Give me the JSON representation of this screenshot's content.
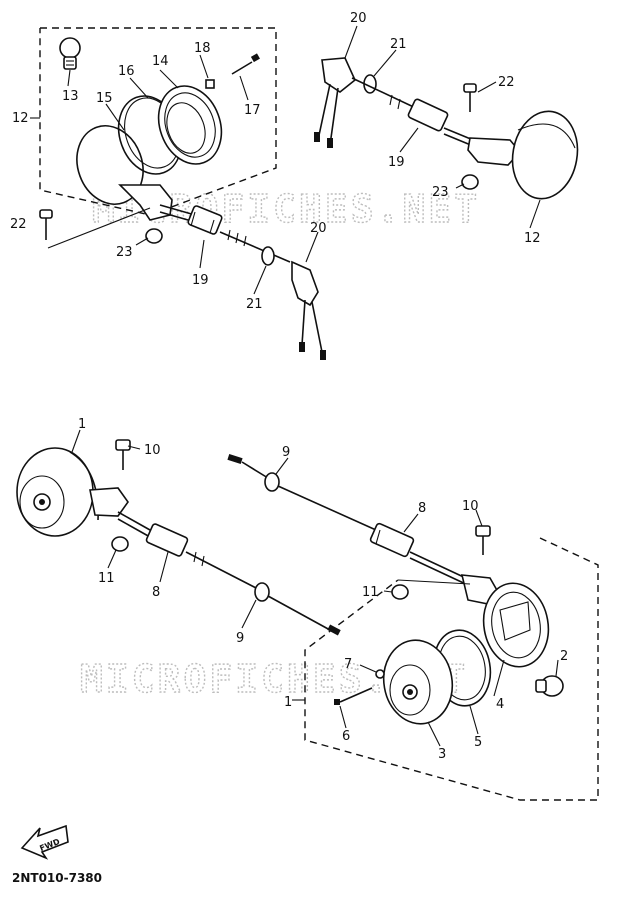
{
  "watermarks": [
    "MICROFICHES.NET",
    "MICROFICHES.NET"
  ],
  "diagram_code": "2NT010-7380",
  "fwd_label": "FWD",
  "callouts": {
    "c13": "13",
    "c16": "16",
    "c14": "14",
    "c18": "18",
    "c15": "15",
    "c17": "17",
    "c12_left": "12",
    "c22_left": "22",
    "c23_left": "23",
    "c19_left": "19",
    "c20_left": "20",
    "c21_left": "21",
    "c20_right": "20",
    "c21_right": "21",
    "c22_right": "22",
    "c19_right": "19",
    "c23_right": "23",
    "c12_right": "12",
    "c1_top": "1",
    "c10_left": "10",
    "c9_top": "9",
    "c8_right": "8",
    "c10_right": "10",
    "c11_left": "11",
    "c8_left": "8",
    "c9_bottom": "9",
    "c11_right": "11",
    "c7": "7",
    "c2": "2",
    "c1_bottom": "1",
    "c4": "4",
    "c6": "6",
    "c3": "3",
    "c5": "5"
  },
  "icons": [
    "bulb-icon",
    "turn-signal-lens-icon",
    "bolt-icon",
    "nut-icon",
    "wire-connector-icon",
    "grommet-icon",
    "fwd-arrow-icon"
  ]
}
